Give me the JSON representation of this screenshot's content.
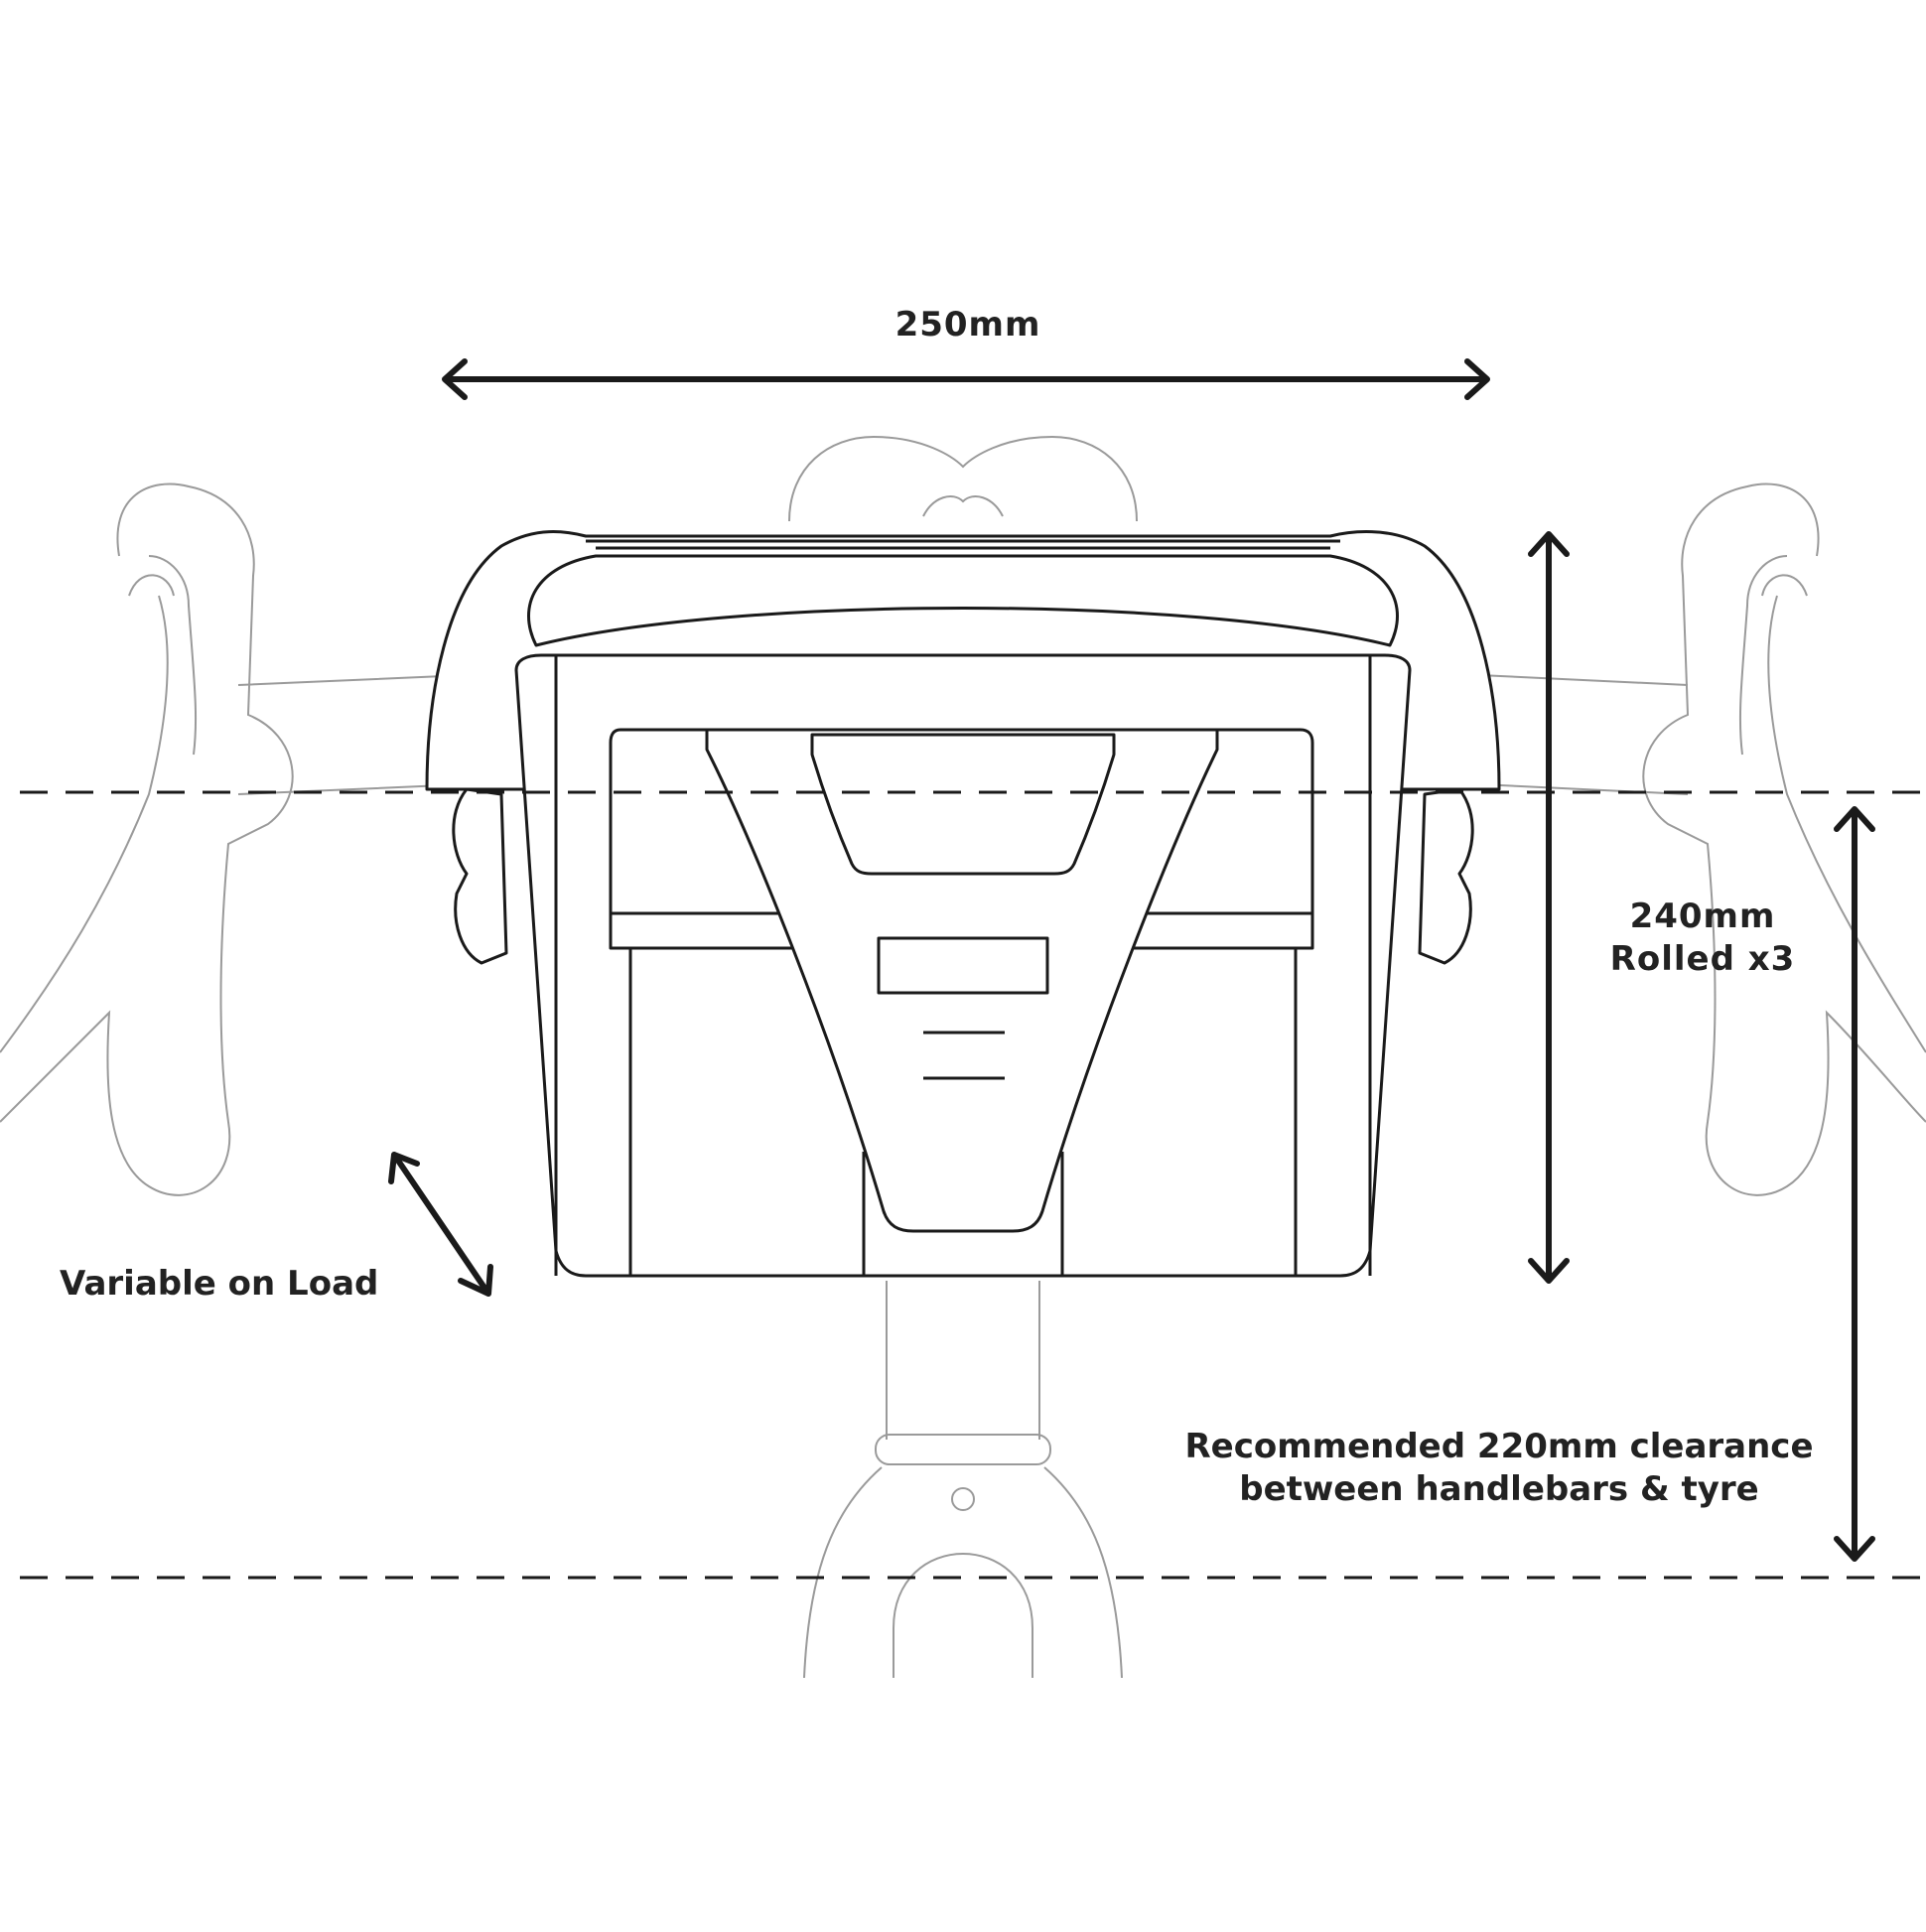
{
  "diagram": {
    "labels": {
      "width": "250mm",
      "height_line1": "240mm",
      "height_line2": "Rolled x3",
      "variable": "Variable on Load",
      "clearance_line1": "Recommended 220mm clearance",
      "clearance_line2": "between handlebars & tyre"
    },
    "colors": {
      "line": "#1a1a1a",
      "outline": "#9a9a9a",
      "background": "#ffffff"
    }
  }
}
